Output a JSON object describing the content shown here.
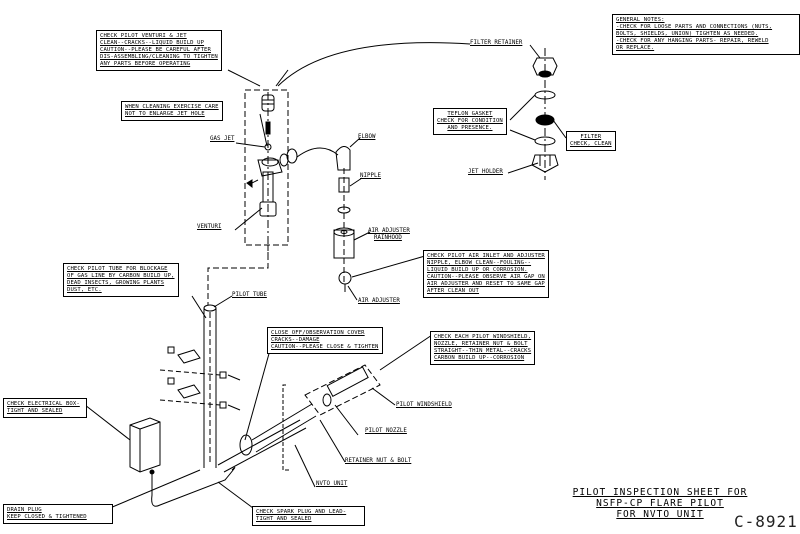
{
  "general_notes": {
    "heading": "GENERAL NOTES:",
    "lines": [
      "-CHECK FOR LOOSE PARTS AND CONNECTIONS (NUTS,",
      " BOLTS, SHIELDS, UNION) TIGHTEN AS NEEDED.",
      "-CHECK FOR ANY HANGING PARTS- REPAIR, REWELD",
      " OR REPLACE."
    ]
  },
  "notes": {
    "venturi_jet": [
      "CHECK PILOT VENTURI & JET",
      "CLEAN--CRACKS--LIQUID BUILD UP",
      "CAUTION--PLEASE BE CAREFUL AFTER",
      "DIS-ASSEMBLING/CLEANING TO TIGHTEN",
      "ANY PARTS BEFORE OPERATING"
    ],
    "cleaning_jet": [
      "WHEN CLEANING EXERCISE CARE",
      "NOT TO ENLARGE JET HOLE"
    ],
    "teflon_gasket": [
      "TEFLON GASKET",
      "CHECK FOR CONDITION",
      "AND PRESENCE."
    ],
    "filter": [
      "FILTER",
      "CHECK, CLEAN"
    ],
    "air_inlet": [
      "CHECK PILOT AIR INLET AND ADJUSTER",
      "NIPPLE, ELBOW CLEAN--FOULING--",
      "LIQUID BUILD UP OR CORROSION.",
      "CAUTION--PLEASE OBSERVE AIR GAP ON",
      "AIR ADJUSTER AND RESET TO SAME GAP",
      "AFTER CLEAN OUT"
    ],
    "pilot_tube": [
      "CHECK PILOT TUBE FOR BLOCKAGE",
      "OF GAS LINE BY CARBON BUILD UP,",
      "DEAD INSECTS, GROWING PLANTS",
      "DUST, ETC."
    ],
    "observation_cover": [
      "CLOSE OFF/OBSERVATION COVER",
      "CRACKS--DAMAGE",
      "CAUTION--PLEASE CLOSE & TIGHTEN"
    ],
    "windshield": [
      "CHECK EACH PILOT WINDSHIELD,",
      "NOZZLE, RETAINER NUT & BOLT",
      "STRAIGHT--THIN METAL--CRACKS",
      "CARBON BUILD UP--CORROSION"
    ],
    "electrical_box": [
      "CHECK ELECTRICAL BOX-",
      "TIGHT AND SEALED"
    ],
    "drain_plug": [
      "DRAIN PLUG",
      "KEEP CLOSED & TIGHTENED"
    ],
    "spark_plug": [
      "CHECK SPARK PLUG AND LEAD-",
      "TIGHT AND SEALED"
    ]
  },
  "labels": {
    "filter_retainer": "FILTER RETAINER",
    "jet_holder": "JET HOLDER",
    "gas_jet": "GAS JET",
    "venturi": "VENTURI",
    "elbow": "ELBOW",
    "nipple": "NIPPLE",
    "air_adjuster_rainhood": [
      "AIR ADJUSTER",
      "RAINHOOD"
    ],
    "air_adjuster": "AIR ADJUSTER",
    "pilot_tube": "PILOT TUBE",
    "pilot_windshield": "PILOT WINDSHIELD",
    "pilot_nozzle": "PILOT NOZZLE",
    "retainer_nut_bolt": "RETAINER NUT & BOLT",
    "nvto_unit": "NVTO UNIT"
  },
  "title_block": {
    "lines": [
      "PILOT INSPECTION SHEET FOR",
      "NSFP-CP FLARE PILOT",
      "FOR NVTO UNIT"
    ],
    "drawing_number": "C-8921"
  }
}
